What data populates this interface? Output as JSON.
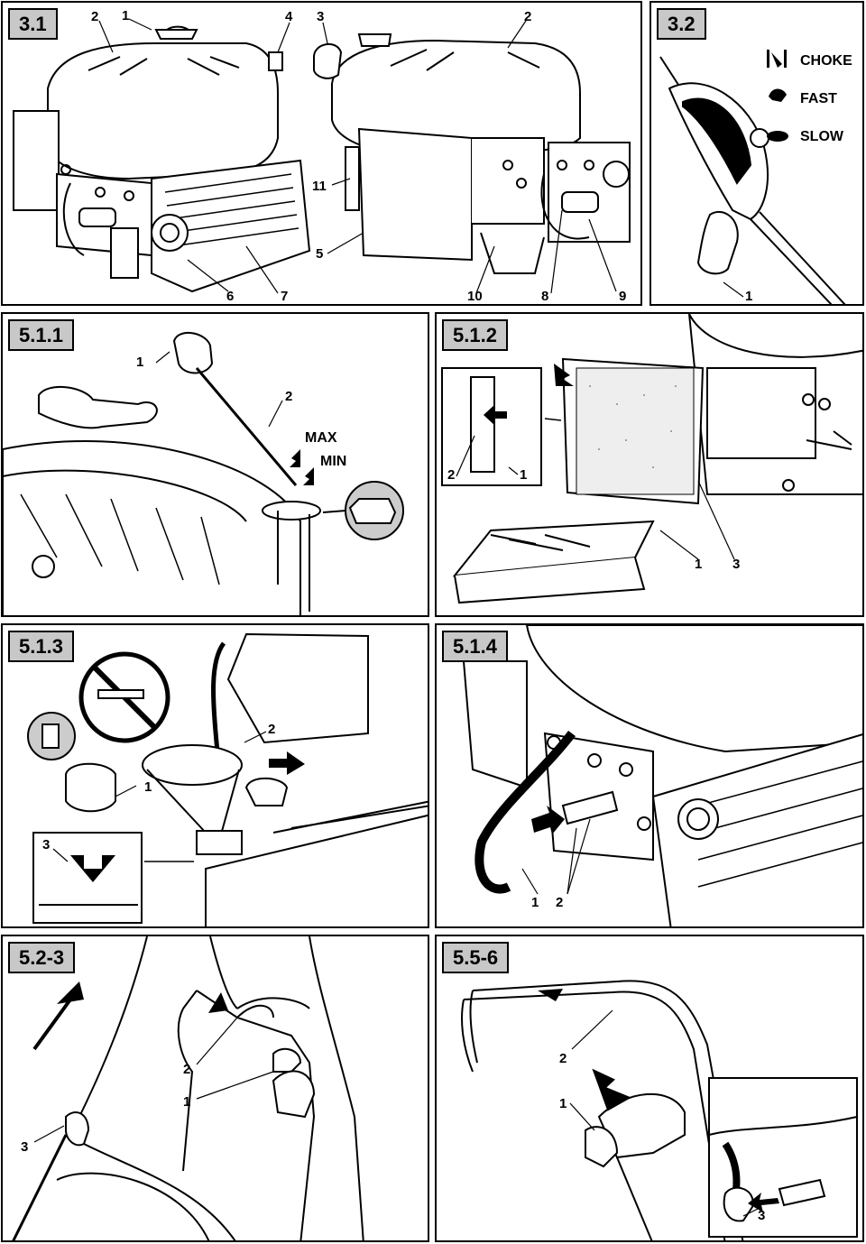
{
  "panels": {
    "p31": {
      "title": "3.1",
      "callouts": [
        "1",
        "2",
        "4",
        "3",
        "2",
        "11",
        "5",
        "6",
        "7",
        "10",
        "8",
        "9"
      ]
    },
    "p32": {
      "title": "3.2",
      "legend": {
        "choke": "CHOKE",
        "fast": "FAST",
        "slow": "SLOW"
      },
      "callouts": [
        "1"
      ]
    },
    "p511": {
      "title": "5.1.1",
      "callouts": [
        "1",
        "2"
      ],
      "max": "MAX",
      "min": "MIN"
    },
    "p512": {
      "title": "5.1.2",
      "callouts": [
        "2",
        "1",
        "1",
        "3"
      ]
    },
    "p513": {
      "title": "5.1.3",
      "callouts": [
        "2",
        "1",
        "3"
      ]
    },
    "p514": {
      "title": "5.1.4",
      "callouts": [
        "1",
        "2"
      ]
    },
    "p523": {
      "title": "5.2-3",
      "callouts": [
        "2",
        "1",
        "3"
      ]
    },
    "p556": {
      "title": "5.5-6",
      "callouts": [
        "2",
        "1",
        "3"
      ]
    }
  }
}
